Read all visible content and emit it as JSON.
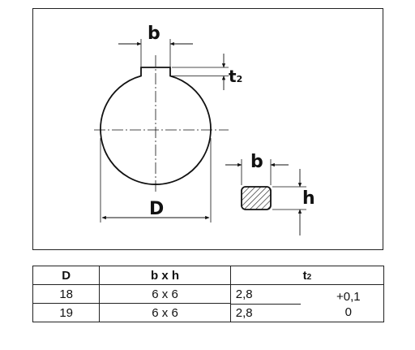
{
  "drawing": {
    "labels": {
      "b_top": "b",
      "t2_main": "t",
      "t2_sub": "2",
      "D": "D",
      "b_key": "b",
      "h": "h"
    },
    "colors": {
      "line": "#111111",
      "border": "#222222",
      "hatch": "#333333"
    }
  },
  "table": {
    "headers": {
      "d": "D",
      "bh": "b x h",
      "t2_main": "t",
      "t2_sub": "2"
    },
    "rows": [
      {
        "d": "18",
        "bh": "6 x 6",
        "t2": "2,8"
      },
      {
        "d": "19",
        "bh": "6 x 6",
        "t2": "2,8"
      }
    ],
    "tolerance_upper": "+0,1",
    "tolerance_lower": "0"
  }
}
